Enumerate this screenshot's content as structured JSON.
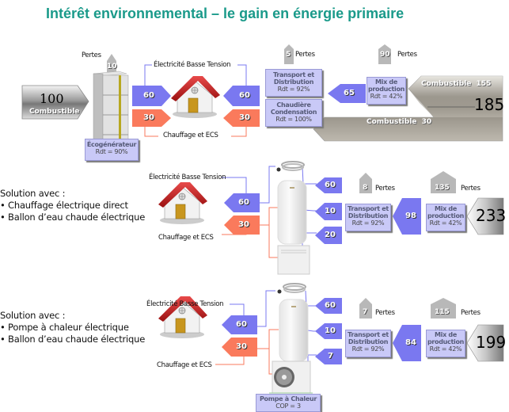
{
  "title": "Intérêt environnemental – le gain en énergie primaire",
  "colors": {
    "title": "#1a9a8a",
    "electricity_arrow": "#7a78f0",
    "heat_arrow": "#fa7a5c",
    "box_fill": "#c9c9f7",
    "loss_arrow": "#b8b8b8"
  },
  "labels": {
    "pertes": "Pertes",
    "electricite": "Électricité Basse Tension",
    "chauffage": "Chauffage et ECS"
  },
  "scenario1": {
    "combustible_in": {
      "value": "100",
      "label": "Combustible"
    },
    "ecogen_loss": "10",
    "ecogenerateur": {
      "name": "Écogénérateur",
      "rdt": "Rdt = 90%"
    },
    "elec_out": "60",
    "heat_out": "30",
    "elec_in": "60",
    "heat_in": "30",
    "transport_loss": "5",
    "transport": {
      "name_l1": "Transport et",
      "name_l2": "Distribution",
      "rdt": "Rdt = 92%"
    },
    "chaudiere": {
      "name_l1": "Chaudière",
      "name_l2": "Condensation",
      "rdt": "Rdt = 100%"
    },
    "mix_flow": "65",
    "mix_loss": "90",
    "mix": {
      "name_l1": "Mix de",
      "name_l2": "production",
      "rdt": "Rdt = 42%"
    },
    "combustible_155": "Combustible  155",
    "combustible_30": "Combustible  30",
    "total": "185"
  },
  "scenario2": {
    "heading": "Solution avec :",
    "bullets": [
      "Chauffage électrique direct",
      "Ballon d’eau chaude électrique"
    ],
    "elec": "60",
    "heat": "30",
    "flow_a": "60",
    "flow_b": "10",
    "flow_c": "20",
    "transport_loss": "8",
    "transport": {
      "name_l1": "Transport et",
      "name_l2": "Distribution",
      "rdt": "Rdt = 92%"
    },
    "mix_flow": "98",
    "mix_loss": "135",
    "mix": {
      "name_l1": "Mix de",
      "name_l2": "production",
      "rdt": "Rdt = 42%"
    },
    "total": "233"
  },
  "scenario3": {
    "heading": "Solution avec :",
    "bullets": [
      "Pompe à chaleur électrique",
      "Ballon d’eau chaude électrique"
    ],
    "elec": "60",
    "heat": "30",
    "flow_a": "60",
    "flow_b": "10",
    "flow_c": "7",
    "pac": {
      "name": "Pompe à Chaleur",
      "cop": "COP = 3"
    },
    "transport_loss": "7",
    "transport": {
      "name_l1": "Transport et",
      "name_l2": "Distribution",
      "rdt": "Rdt = 92%"
    },
    "mix_flow": "84",
    "mix_loss": "115",
    "mix": {
      "name_l1": "Mix de",
      "name_l2": "production",
      "rdt": "Rdt = 42%"
    },
    "total": "199"
  }
}
